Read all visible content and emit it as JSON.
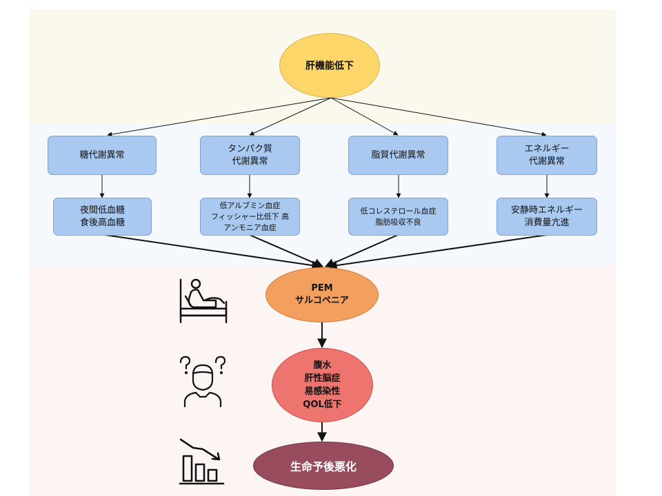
{
  "nodes": {
    "liver": "肝機能低下",
    "sugar": "糖代謝異常",
    "protein": "タンパク質\n代謝異常",
    "lipid": "脂質代謝異常",
    "energy": "エネルギー\n代謝異常",
    "sugar_detail": "夜間低血糖\n食後高血糖",
    "protein_detail": "低アルブミン血症\nフィッシャー比低下 高\nアンモニア血症",
    "lipid_detail": "低コレステロール血症\n脂肪吸収不良",
    "energy_detail": "安静時エネルギー\n消費量亢進",
    "pem": "PEM\nサルコペニア",
    "complications": "腹水\n肝性脳症\n易感染性\nQOL低下",
    "prognosis": "生命予後悪化"
  },
  "icons": [
    "bedridden-patient-icon",
    "confused-person-icon",
    "declining-chart-icon"
  ],
  "colors": {
    "liver_fill": "#fdd66a",
    "box_fill": "#a9c9f0",
    "pem_fill": "#f3a05e",
    "complication_fill": "#ee7470",
    "prognosis_fill": "#984c5e"
  }
}
